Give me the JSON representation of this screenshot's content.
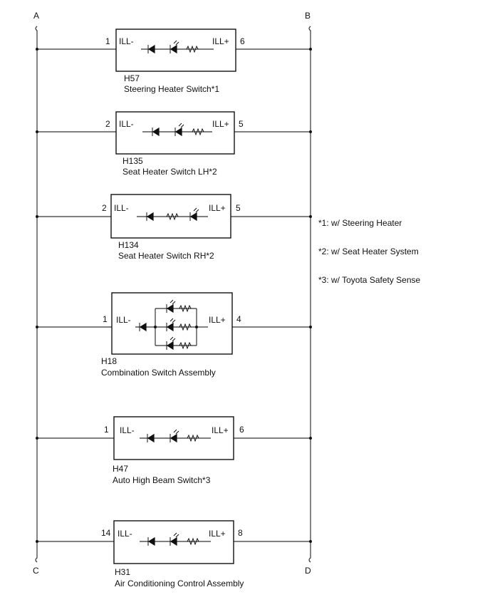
{
  "rails": {
    "top_left": "A",
    "top_right": "B",
    "bottom_left": "C",
    "bottom_right": "D"
  },
  "switches": [
    {
      "code": "H57",
      "name": "Steering Heater Switch*1",
      "left_pin": "1",
      "right_pin": "6",
      "left_label": "ILL-",
      "right_label": "ILL+"
    },
    {
      "code": "H135",
      "name": "Seat Heater Switch LH*2",
      "left_pin": "2",
      "right_pin": "5",
      "left_label": "ILL-",
      "right_label": "ILL+"
    },
    {
      "code": "H134",
      "name": "Seat Heater Switch RH*2",
      "left_pin": "2",
      "right_pin": "5",
      "left_label": "ILL-",
      "right_label": "ILL+"
    },
    {
      "code": "H18",
      "name": "Combination Switch Assembly",
      "left_pin": "1",
      "right_pin": "4",
      "left_label": "ILL-",
      "right_label": "ILL+"
    },
    {
      "code": "H47",
      "name": "Auto High Beam Switch*3",
      "left_pin": "1",
      "right_pin": "6",
      "left_label": "ILL-",
      "right_label": "ILL+"
    },
    {
      "code": "H31",
      "name": "Air Conditioning Control Assembly",
      "left_pin": "14",
      "right_pin": "8",
      "left_label": "ILL-",
      "right_label": "ILL+"
    }
  ],
  "notes": [
    "*1: w/ Steering Heater",
    "*2: w/ Seat Heater System",
    "*3: w/ Toyota Safety Sense"
  ]
}
